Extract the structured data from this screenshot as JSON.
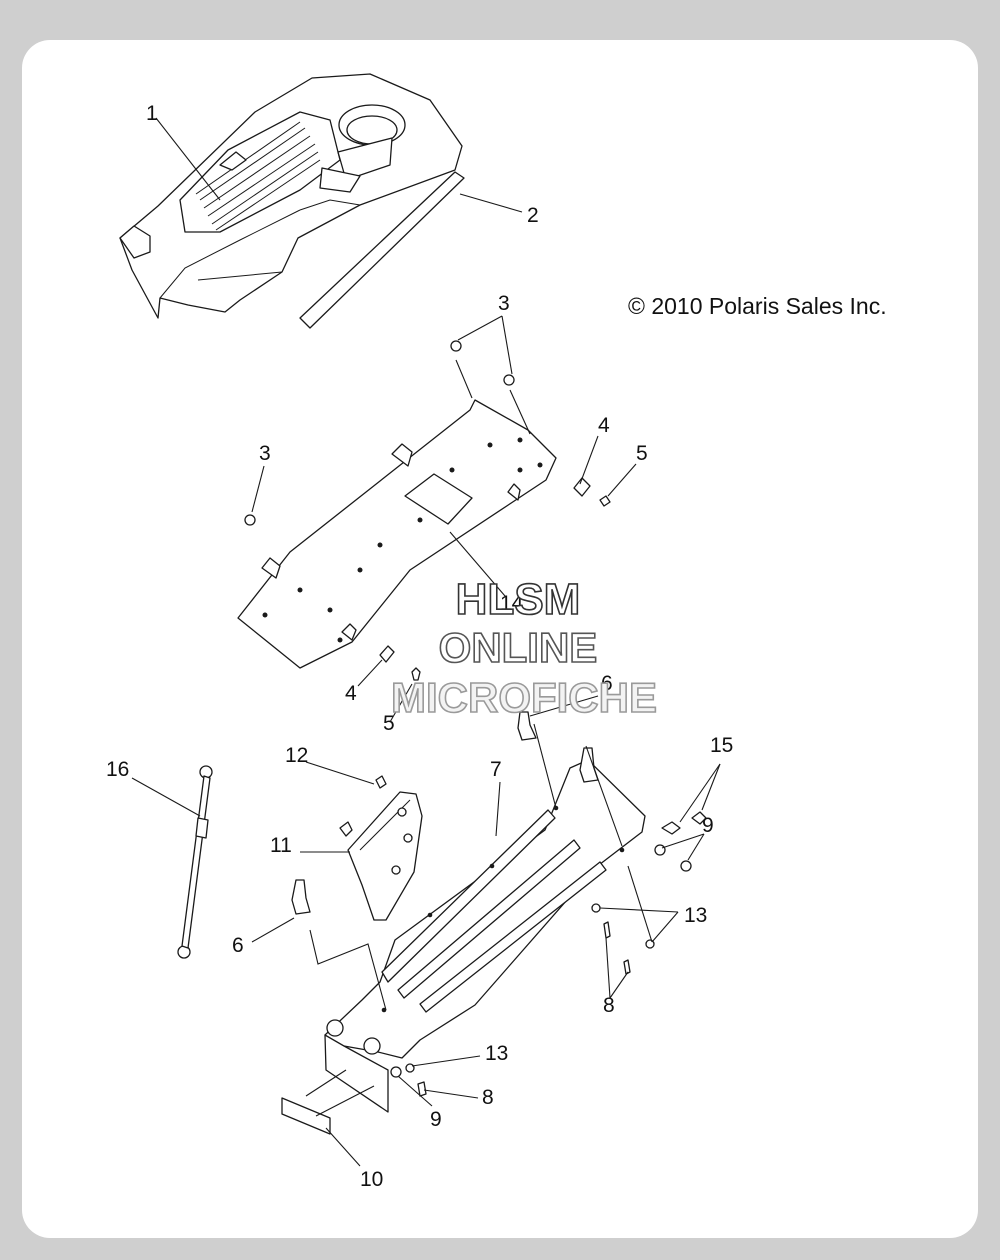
{
  "copyright": "© 2010 Polaris Sales Inc.",
  "watermark": {
    "line1": "HLSM",
    "line2": "ONLINE",
    "line3": "MICROFICHE"
  },
  "callouts": [
    {
      "id": "c1",
      "label": "1"
    },
    {
      "id": "c2",
      "label": "2"
    },
    {
      "id": "c3a",
      "label": "3"
    },
    {
      "id": "c3b",
      "label": "3"
    },
    {
      "id": "c4a",
      "label": "4"
    },
    {
      "id": "c5a",
      "label": "5"
    },
    {
      "id": "c14",
      "label": "14"
    },
    {
      "id": "c4b",
      "label": "4"
    },
    {
      "id": "c5b",
      "label": "5"
    },
    {
      "id": "c6a",
      "label": "6"
    },
    {
      "id": "c16",
      "label": "16"
    },
    {
      "id": "c12",
      "label": "12"
    },
    {
      "id": "c7",
      "label": "7"
    },
    {
      "id": "c15",
      "label": "15"
    },
    {
      "id": "c9a",
      "label": "9"
    },
    {
      "id": "c11",
      "label": "11"
    },
    {
      "id": "c13a",
      "label": "13"
    },
    {
      "id": "c6b",
      "label": "6"
    },
    {
      "id": "c8a",
      "label": "8"
    },
    {
      "id": "c13b",
      "label": "13"
    },
    {
      "id": "c8b",
      "label": "8"
    },
    {
      "id": "c9b",
      "label": "9"
    },
    {
      "id": "c10",
      "label": "10"
    }
  ]
}
